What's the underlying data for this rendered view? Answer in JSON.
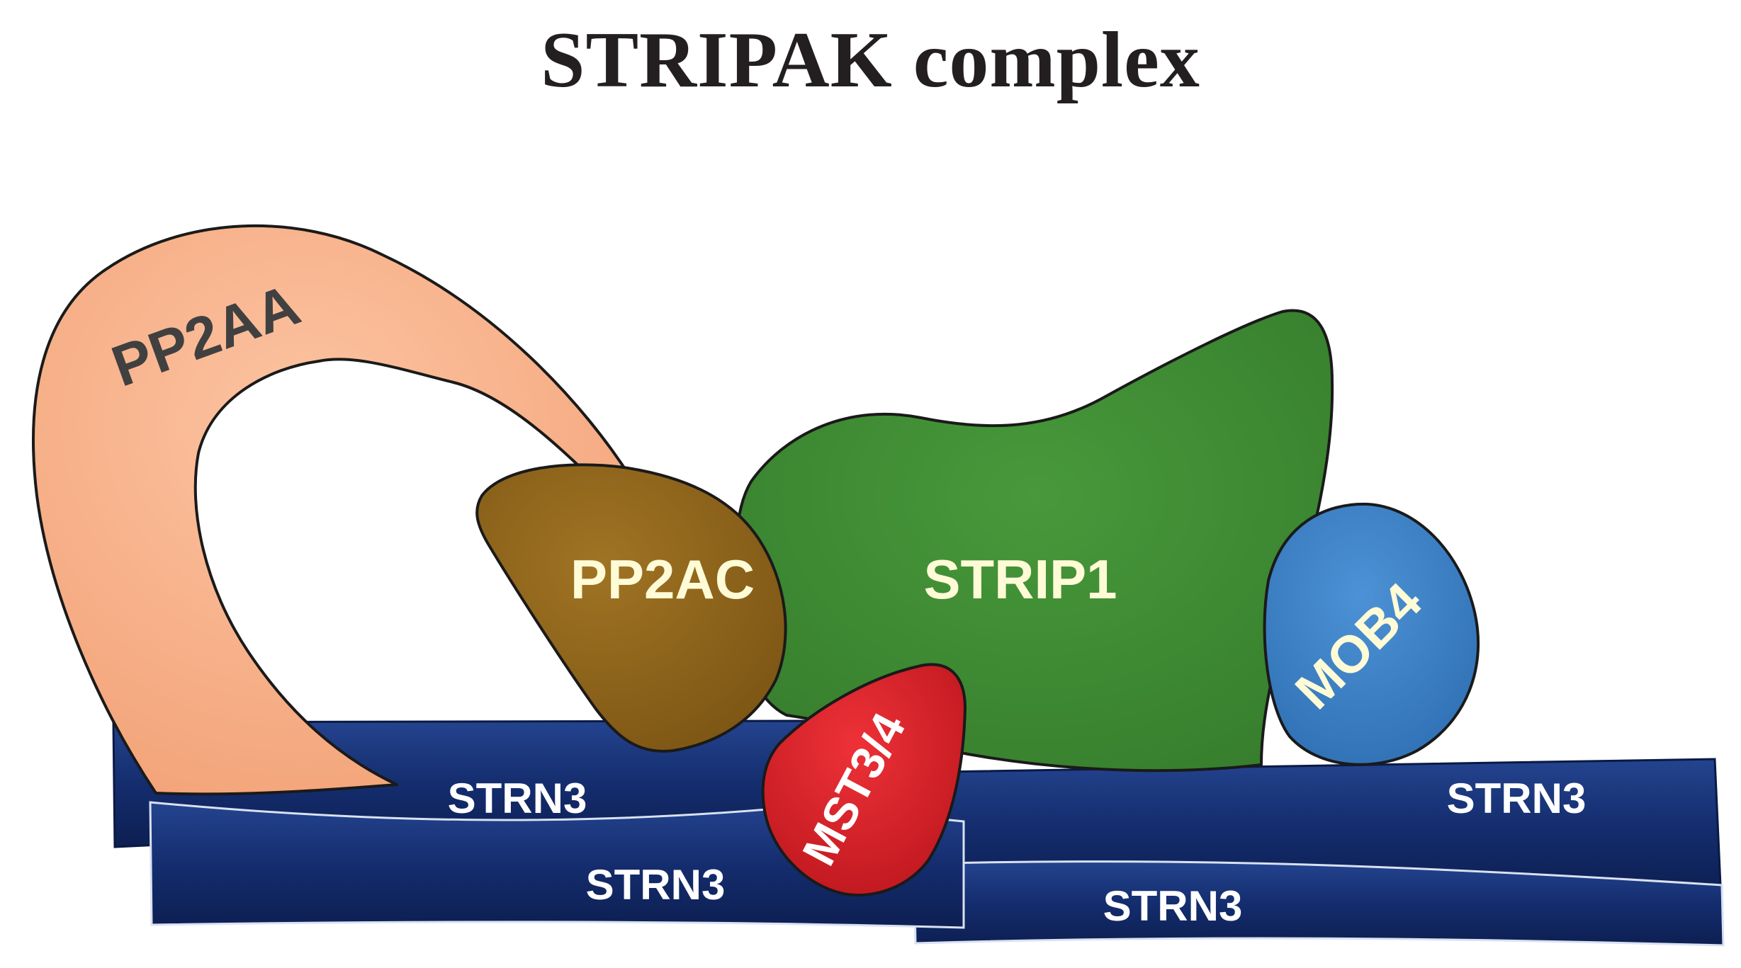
{
  "title": "STRIPAK complex",
  "colors": {
    "pp2aa_fill": "#f8ad85",
    "pp2ac_fill": "#8e6218",
    "strip1_fill": "#3e8c33",
    "mob4_fill": "#3b7fc4",
    "mst_fill": "#e0212a",
    "strn3_fill": "#142d6e",
    "outline": "#1a1a1a",
    "label_light": "#fffbd6",
    "label_white": "#ffffff",
    "label_dark": "#404040"
  },
  "proteins": {
    "pp2aa": "PP2AA",
    "pp2ac": "PP2AC",
    "strip1": "STRIP1",
    "mob4": "MOB4",
    "mst": "MST3/4",
    "strn3_top_left": "STRN3",
    "strn3_bottom_left": "STRN3",
    "strn3_top_right": "STRN3",
    "strn3_bottom_right": "STRN3"
  }
}
